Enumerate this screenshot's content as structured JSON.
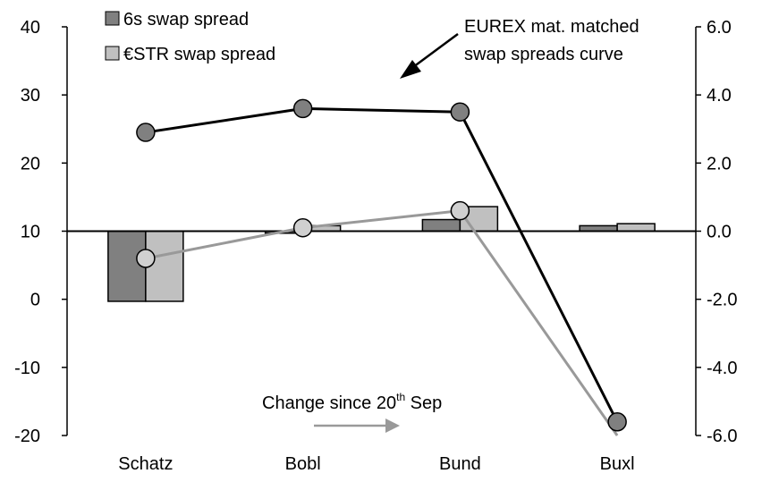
{
  "chart_data": {
    "type": "bar",
    "title": "",
    "xlabel": "",
    "ylabel": "",
    "categories": [
      "Schatz",
      "Bobl",
      "Bund",
      "Buxl"
    ],
    "bar_series": [
      {
        "name": "6s swap spread",
        "values": [
          -10.3,
          -0.3,
          1.7,
          0.8
        ],
        "color": "#808080"
      },
      {
        "name": "€STR swap spread",
        "values": [
          -10.3,
          0.8,
          3.6,
          1.1
        ],
        "color": "#c0c0c0"
      }
    ],
    "line_series": [
      {
        "values": [
          2.9,
          3.6,
          3.5,
          -5.6
        ],
        "color": "#000000",
        "marker_fill": "#808080"
      },
      {
        "values": [
          -0.8,
          0.1,
          0.6,
          -6.0
        ],
        "color": "#999999",
        "marker_fill": "#d0d0d0"
      }
    ],
    "y_left": {
      "min": -20,
      "max": 40,
      "ticks": [
        -20,
        -10,
        0,
        10,
        20,
        30,
        40
      ],
      "tick_labels": [
        "-20",
        "-10",
        "0",
        "10",
        "20",
        "30",
        "40"
      ]
    },
    "y_right": {
      "min": -6.0,
      "max": 6.0,
      "ticks": [
        -6,
        -4,
        -2,
        0,
        2,
        4,
        6
      ],
      "tick_labels": [
        "-6.0",
        "-4.0",
        "-2.0",
        "0.0",
        "2.0",
        "4.0",
        "6.0"
      ]
    },
    "baseline": 10,
    "annotations": {
      "curve_label_line1": "EUREX mat. matched",
      "curve_label_line2": "swap spreads curve",
      "change_label_main": "Change since 20",
      "change_label_sup": "th",
      "change_label_end": " Sep"
    },
    "legend_position": "top-left",
    "grid": false
  }
}
